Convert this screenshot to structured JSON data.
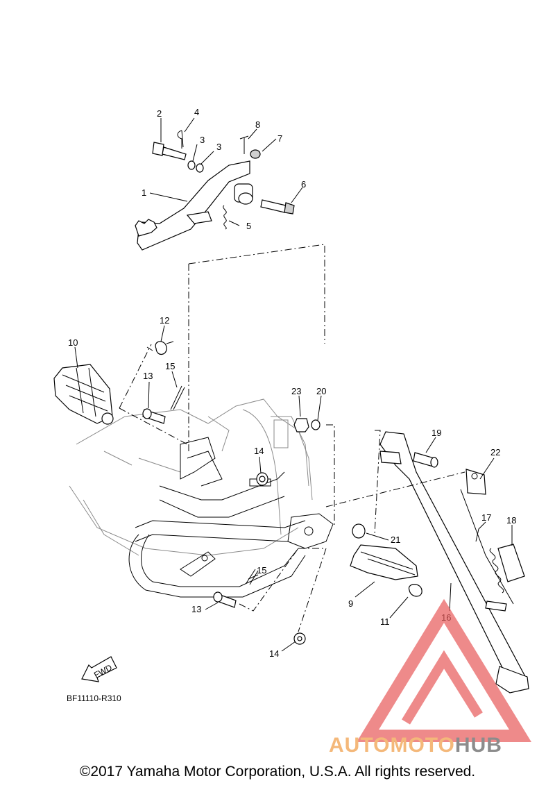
{
  "diagram": {
    "callouts": [
      "1",
      "2",
      "3",
      "3",
      "4",
      "5",
      "6",
      "7",
      "8",
      "10",
      "12",
      "13",
      "15",
      "14",
      "23",
      "20",
      "19",
      "22",
      "17",
      "18",
      "21",
      "15",
      "9",
      "13",
      "11",
      "16",
      "14"
    ],
    "fwd_label": "FWD",
    "code": "BF11110-R310"
  },
  "watermark": {
    "part1": "AUTO",
    "part2": "MOTO",
    "part3": "HUB",
    "colors": {
      "logo": "#e85a5a",
      "text_light": "#f4b87a",
      "text_gray": "#8c8c8c"
    }
  },
  "footer": {
    "copyright": "©2017 Yamaha Motor Corporation, U.S.A. All rights reserved."
  }
}
